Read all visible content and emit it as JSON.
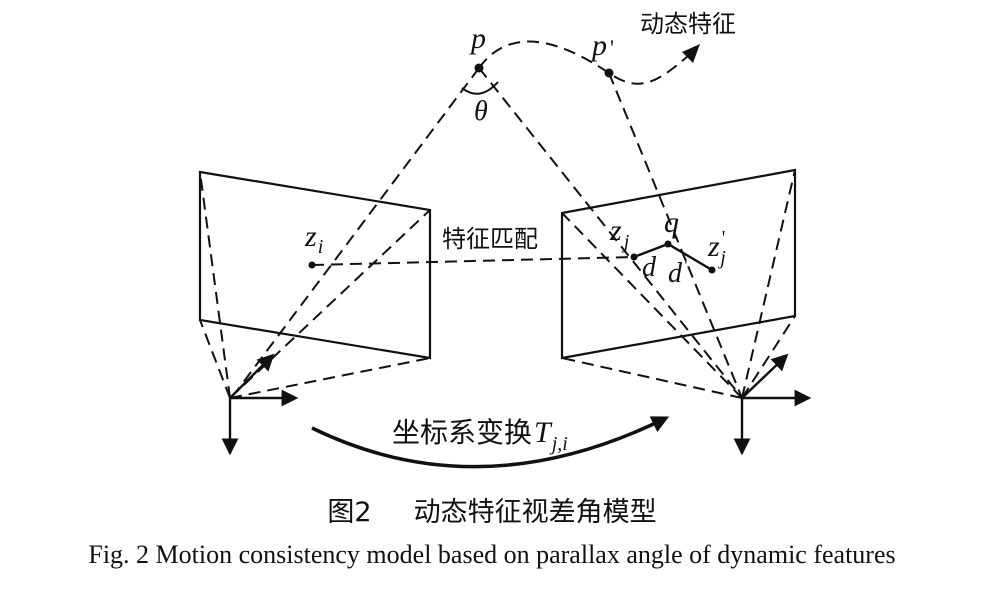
{
  "labels": {
    "p": "p",
    "p_prime": "p",
    "prime_mark": "'",
    "theta": "θ",
    "dynamic_feature": "动态特征",
    "feature_match": "特征匹配",
    "z_i_base": "z",
    "z_i_sub": "i",
    "z_j_base": "z",
    "z_j_sub": "j",
    "zp_j_base": "z",
    "zp_j_sub": "j",
    "zp_j_prime": "'",
    "q": "q",
    "d": "d",
    "d_prime_base": "d",
    "d_prime_mark": "'",
    "transform_text": "坐标系变换",
    "transform_T": "T",
    "transform_sub": "j,i"
  },
  "caption": {
    "cn_num": "图2",
    "cn_text": "动态特征视差角模型",
    "en": "Fig. 2  Motion consistency model based on parallax angle of dynamic features"
  },
  "colors": {
    "ink": "#111111",
    "background": "#ffffff"
  }
}
